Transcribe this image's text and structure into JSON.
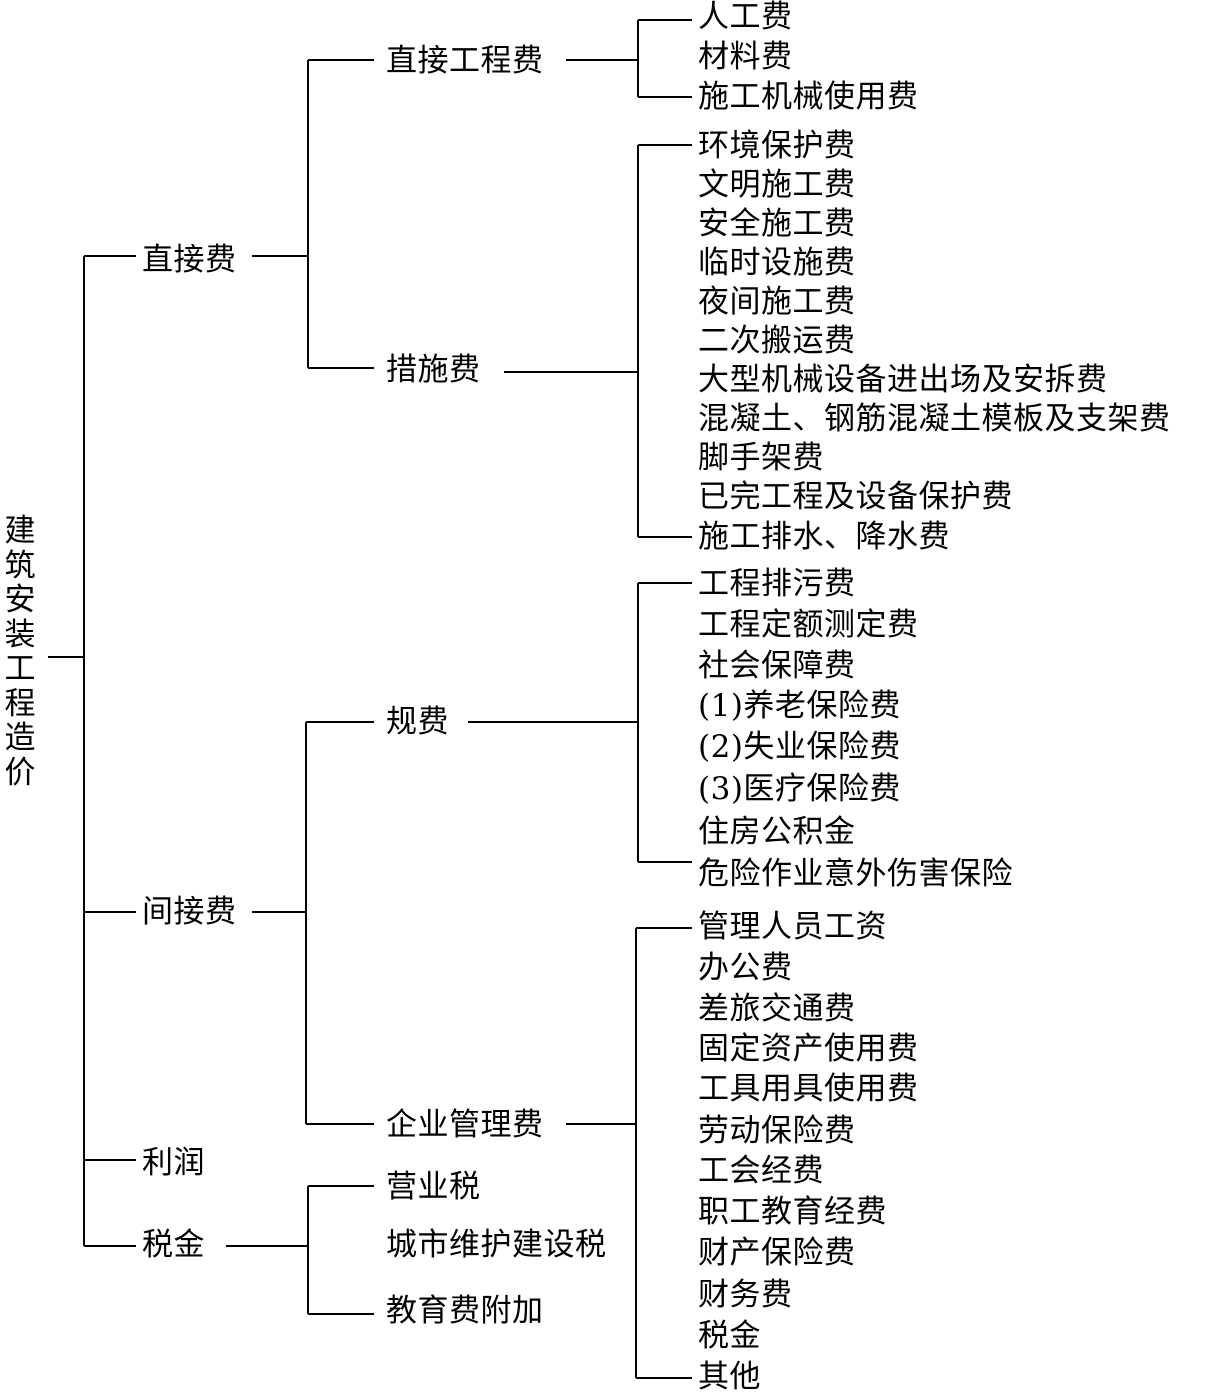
{
  "root": "建筑安装工程造价",
  "level1": {
    "direct": "直接费",
    "indirect": "间接费",
    "profit": "利润",
    "tax": "税金"
  },
  "level2": {
    "direct_eng": "直接工程费",
    "measures": "措施费",
    "fees": "规费",
    "mgmt": "企业管理费",
    "business_tax": "营业税",
    "city_tax": "城市维护建设税",
    "edu_tax": "教育费附加"
  },
  "leaves": {
    "direct_eng": [
      "人工费",
      "材料费",
      "施工机械使用费"
    ],
    "measures": [
      "环境保护费",
      "文明施工费",
      "安全施工费",
      "临时设施费",
      "夜间施工费",
      "二次搬运费",
      "大型机械设备进出场及安拆费",
      "混凝土、钢筋混凝土模板及支架费",
      "脚手架费",
      "已完工程及设备保护费",
      "施工排水、降水费"
    ],
    "fees": [
      "工程排污费",
      "工程定额测定费",
      "社会保障费",
      "(1)养老保险费",
      "(2)失业保险费",
      "(3)医疗保险费",
      "住房公积金",
      "危险作业意外伤害保险"
    ],
    "mgmt": [
      "管理人员工资",
      "办公费",
      "差旅交通费",
      "固定资产使用费",
      "工具用具使用费",
      "劳动保险费",
      "工会经费",
      "职工教育经费",
      "财产保险费",
      "财务费",
      "税金",
      "其他"
    ]
  }
}
